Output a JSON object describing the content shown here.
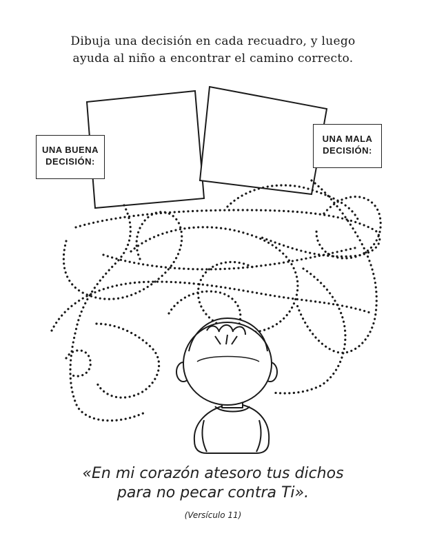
{
  "instructions": {
    "line1": "Dibuja una decisión en cada recuadro, y luego",
    "line2": "ayuda al niño a encontrar el camino correcto."
  },
  "labels": {
    "good_line1": "UNA BUENA",
    "good_line2": "DECISIÓN:",
    "bad_line1": "UNA MALA",
    "bad_line2": "DECISIÓN:"
  },
  "verse": {
    "line1": "«En mi corazón atesoro tus dichos",
    "line2": "para no pecar contra Ti».",
    "reference": "(Versículo 11)"
  },
  "colors": {
    "ink": "#1a1a1a",
    "paper": "#ffffff"
  }
}
